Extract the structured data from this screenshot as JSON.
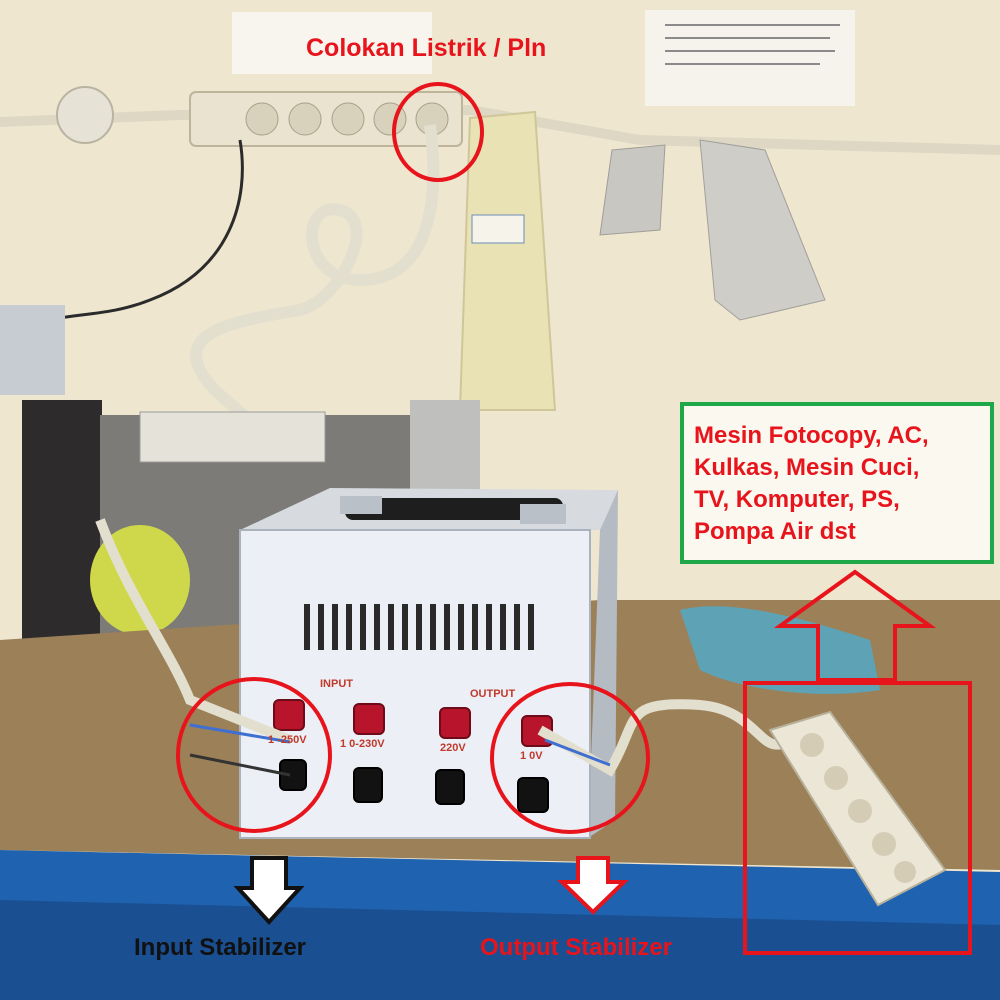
{
  "photo": {
    "annotations": {
      "wall_socket_label": "Colokan Listrik / Pln",
      "input_label": "Input Stabilizer",
      "output_label": "Output Stabilizer",
      "devices_lines": [
        "Mesin Fotocopy, AC,",
        "Kulkas, Mesin Cuci,",
        "TV, Komputer, PS,",
        "Pompa Air dst"
      ]
    },
    "stabilizer_panel": {
      "input_text": "INPUT",
      "output_text": "OUTPUT",
      "terminal_labels": [
        "1 -250V",
        "1 0-230V",
        "220V",
        "1 0V"
      ]
    },
    "colors": {
      "annotation_red": "#e8141c",
      "annotation_green": "#1fa84a",
      "wall": "#efe6cf",
      "bench": "#9b8058",
      "bench_edge": "#1f62b0"
    }
  }
}
